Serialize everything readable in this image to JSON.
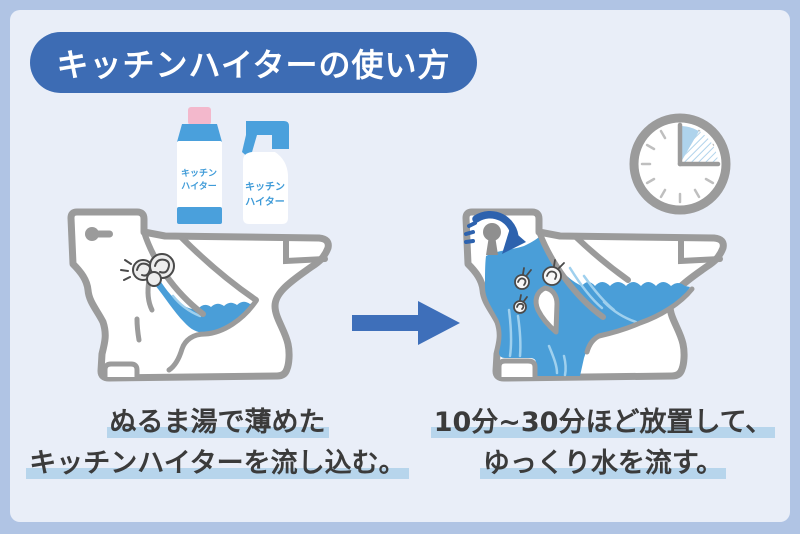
{
  "title": {
    "label": "キッチンハイターの使い方"
  },
  "products": {
    "bleach_bottle_label": "キッチン\nハイター",
    "spray_bottle_label": "キッチン\nハイター"
  },
  "steps": [
    {
      "lines": [
        "ぬるま湯で薄めた",
        "キッチンハイターを流し込む。"
      ]
    },
    {
      "lines": [
        "10分~30分ほど放置して、",
        "ゆっくり水を流す。"
      ]
    }
  ],
  "colors": {
    "frame": "#b0c4e4",
    "background": "#e9eef8",
    "accent_blue": "#3d6cb4",
    "arrow_blue": "#3e6fba",
    "rotate_arrow_blue": "#2d62ae",
    "water_blue": "#4a9ed8",
    "flow_streak_blue": "#9fd0ee",
    "highlight_blue": "#b7d5ec",
    "outline_gray": "#9b9b9b",
    "label_blue": "#3f9bd8",
    "cap_pink": "#f3b8cc",
    "clock_wedge_blue": "#aed3ec",
    "caption_text": "#3b3b3b"
  }
}
